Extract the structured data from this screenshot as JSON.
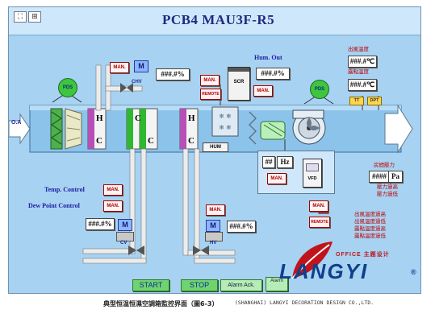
{
  "window": {
    "title": "PCB4  MAU3F-R5",
    "btn_fullscreen": "⛶",
    "btn_grid": "⊞"
  },
  "inlet": {
    "label": "O.A"
  },
  "pds": [
    "PDS",
    "PDS"
  ],
  "chv": {
    "man": "MAN.",
    "motor": "M",
    "label": "CHV",
    "value": "###.#%"
  },
  "coils": [
    "H",
    "C",
    "C",
    "C",
    "H",
    "C"
  ],
  "hum": {
    "title": "Hum. Out",
    "man": "MAN.",
    "remote": "REMOTE",
    "scr": "SCR",
    "value": "###.#%",
    "man2": "MAN.",
    "unit": "HUM"
  },
  "outlet": {
    "temp_title": "出風溫度",
    "temp_value": "###.#℃",
    "dew_title": "露點溫度",
    "dew_value": "###.#℃",
    "tt": "TT",
    "dpt": "DPT"
  },
  "vfd": {
    "value": "##",
    "unit": "Hz",
    "man": "MAN.",
    "label": "VFD"
  },
  "room": {
    "title": "房間壓力",
    "value": "####",
    "unit": "Pa",
    "alarm1": "壓力過高",
    "alarm2": "壓力過低"
  },
  "alarms": [
    "出風溫度過高",
    "出風溫度過低",
    "露點溫度過高",
    "露點溫度過低"
  ],
  "temp_control": {
    "label": "Temp. Control",
    "man": "MAN."
  },
  "dew_control": {
    "label": "Dew Point Control",
    "man": "MAN."
  },
  "cv": {
    "value": "###.#%",
    "motor": "M",
    "label": "CV"
  },
  "hv": {
    "man": "MAN.",
    "value": "###.#%",
    "motor": "M",
    "label": "HV"
  },
  "remote2": {
    "man": "MAN.",
    "remote": "REMOTE"
  },
  "buttons": {
    "start": "START",
    "stop": "STOP",
    "alarm": "Alarm Ack.",
    "alarm2": "Alarm"
  },
  "logo": {
    "office": "OFFICE  主题设计",
    "brand": "LANGYI",
    "reg": "®",
    "company": "(SHANGHAI) LANGYI DECORATION DESIGN CO.,LTD."
  },
  "caption": "典型恒温恒濕空調箱監控界面（圖6-3）",
  "colors": {
    "screen_bg": "#a7d2f1",
    "duct": "#7fb9e6",
    "button_green": "#6fd36f",
    "alarm_red": "#c00000",
    "label_blue": "#1e20a6",
    "logo_red": "#c0141c",
    "logo_blue": "#0f3f8c"
  }
}
